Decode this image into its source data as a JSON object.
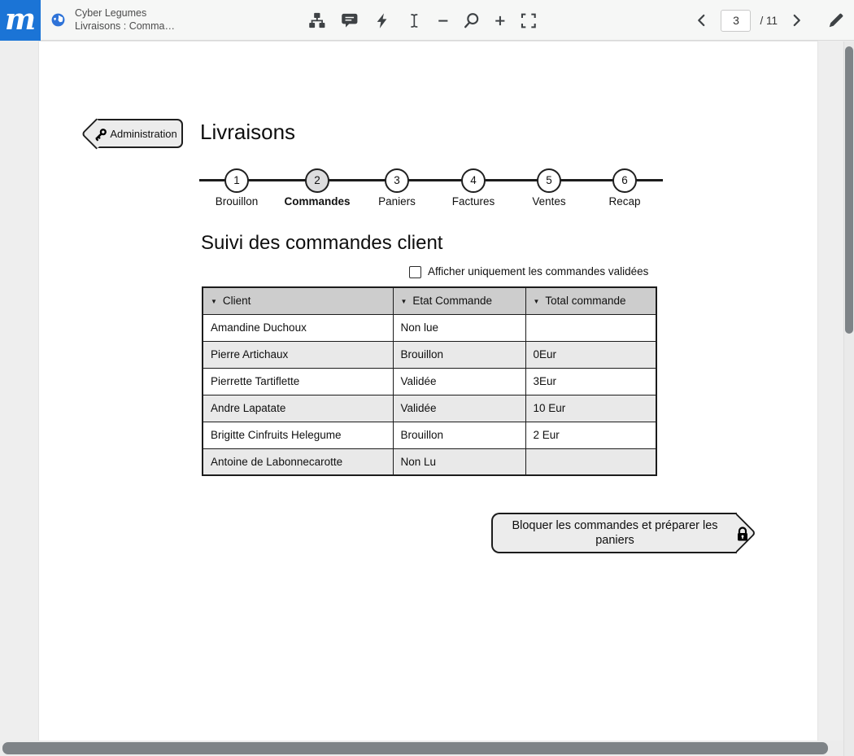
{
  "colors": {
    "brand_blue": "#1b74d6",
    "table_header": "#cdcdcd",
    "row_alt": "#e9e9e9",
    "widget_fill": "#ececec",
    "scrollbar_thumb": "#7e8387"
  },
  "app": {
    "logo_letter": "m",
    "project_name": "Cyber Legumes",
    "mockup_name": "Livraisons : Comma…",
    "toolbar_icons": [
      "sitemap-icon",
      "comments-icon",
      "lightning-icon",
      "text-cursor-icon",
      "zoom-out-icon",
      "magnifier-icon",
      "zoom-in-icon",
      "fullscreen-icon"
    ],
    "pagination": {
      "current_page": "3",
      "total_label": "/ 11",
      "prev": "prev-page",
      "next": "next-page"
    },
    "edit_icon": "pencil-icon"
  },
  "canvas": {
    "admin_tag": {
      "label": "Administration",
      "icon": "key-icon"
    },
    "title": "Livraisons",
    "stepper": {
      "steps": [
        {
          "num": "1",
          "label": "Brouillon",
          "active": false
        },
        {
          "num": "2",
          "label": "Commandes",
          "active": true
        },
        {
          "num": "3",
          "label": "Paniers",
          "active": false
        },
        {
          "num": "4",
          "label": "Factures",
          "active": false
        },
        {
          "num": "5",
          "label": "Ventes",
          "active": false
        },
        {
          "num": "6",
          "label": "Recap",
          "active": false
        }
      ]
    },
    "section_title": "Suivi des commandes client",
    "filter_checkbox": {
      "label": "Afficher uniquement les commandes validées",
      "checked": false
    },
    "orders_table": {
      "columns": [
        "Client",
        "Etat Commande",
        "Total commande"
      ],
      "rows": [
        [
          "Amandine Duchoux",
          "Non lue",
          ""
        ],
        [
          "Pierre Artichaux",
          "Brouillon",
          "0Eur"
        ],
        [
          "Pierrette Tartiflette",
          "Validée",
          "3Eur"
        ],
        [
          "Andre Lapatate",
          "Validée",
          "10 Eur"
        ],
        [
          "Brigitte Cinfruits Helegume",
          "Brouillon",
          "2 Eur"
        ],
        [
          "Antoine de Labonnecarotte",
          "Non Lu",
          ""
        ]
      ]
    },
    "block_button": {
      "label": "Bloquer les commandes et préparer les paniers",
      "icon": "lock-icon"
    }
  }
}
